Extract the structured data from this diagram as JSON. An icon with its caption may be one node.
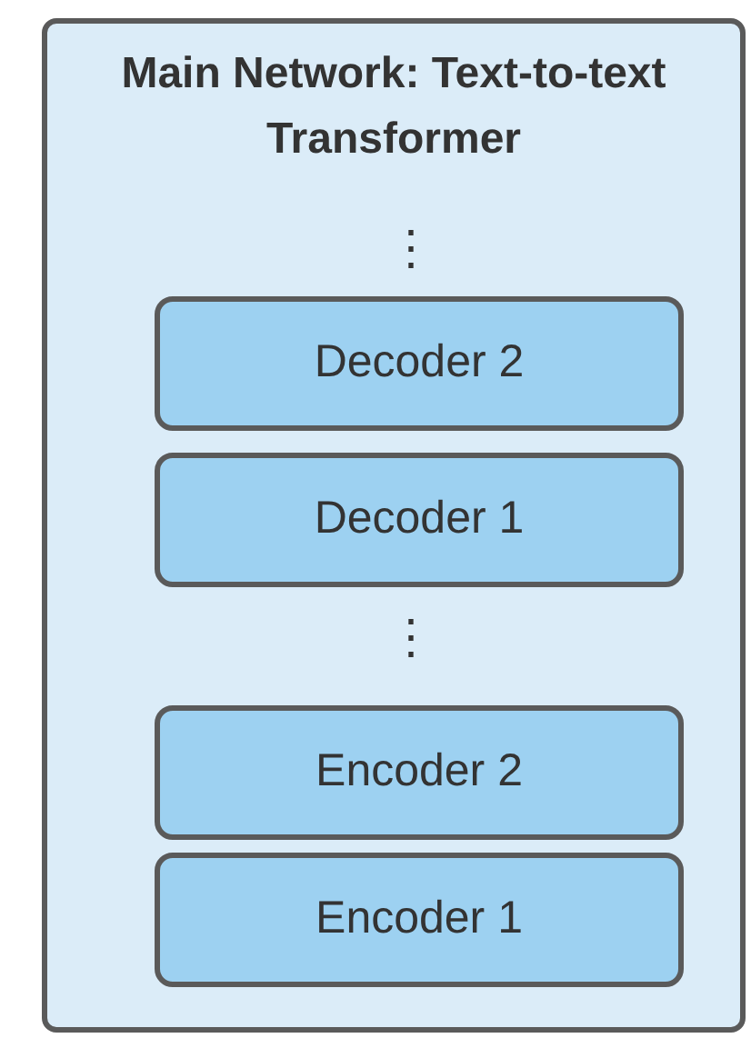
{
  "diagram": {
    "nodes": [
      {
        "text": [
          "Main Network: Text-to-text Transformer"
        ]
      },
      {
        "text": [
          "Decoder 2"
        ],
        "in": 0
      },
      {
        "text": [
          "Decoder 1"
        ],
        "in": 0
      },
      {
        "text": [
          "Encoder 2"
        ],
        "in": 0
      },
      {
        "text": [
          "Encoder 1"
        ],
        "in": 0
      }
    ],
    "labels": [
      "⋮",
      "⋮"
    ]
  }
}
